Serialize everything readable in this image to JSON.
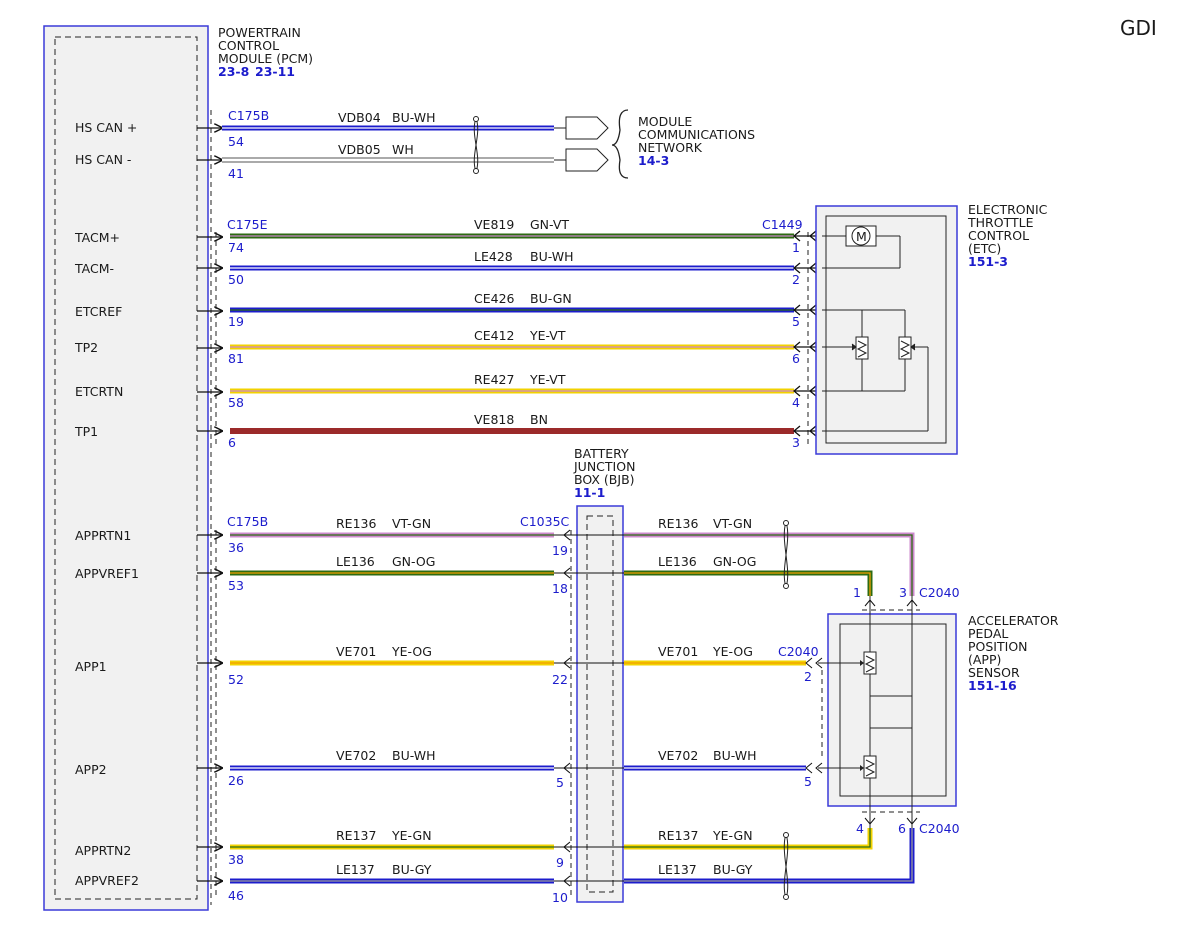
{
  "corner_label": "GDI",
  "colors": {
    "BU": "#1c1ccc",
    "WH": "#ffffff",
    "GN": "#2d6b12",
    "VT": "#cc88cc",
    "YE": "#f2d200",
    "OG": "#f2a000",
    "BN": "#9b2a2a",
    "GY": "#9a9a9a",
    "box_blue": "#3a3ad8",
    "box_fill": "#f1f1f1"
  },
  "pcm": {
    "title_lines": [
      "POWERTRAIN",
      "CONTROL",
      "MODULE (PCM)"
    ],
    "refs": [
      "23-8",
      "23-11"
    ],
    "signals": [
      {
        "id": "hscanp",
        "name": "HS CAN +"
      },
      {
        "id": "hscanm",
        "name": "HS CAN -"
      },
      {
        "id": "tacmp",
        "name": "TACM+"
      },
      {
        "id": "tacmm",
        "name": "TACM-"
      },
      {
        "id": "etcref",
        "name": "ETCREF"
      },
      {
        "id": "tp2",
        "name": "TP2"
      },
      {
        "id": "etcrtn",
        "name": "ETCRTN"
      },
      {
        "id": "tp1",
        "name": "TP1"
      },
      {
        "id": "apprtn1",
        "name": "APPRTN1"
      },
      {
        "id": "appvref1",
        "name": "APPVREF1"
      },
      {
        "id": "app1",
        "name": "APP1"
      },
      {
        "id": "app2",
        "name": "APP2"
      },
      {
        "id": "apprtn2",
        "name": "APPRTN2"
      },
      {
        "id": "appvref2",
        "name": "APPVREF2"
      }
    ]
  },
  "connectors": {
    "c175b_top": "C175B",
    "c175e": "C175E",
    "c1449": "C1449",
    "c175b_bottom": "C175B",
    "c1035c": "C1035C",
    "c2040_a": "C2040",
    "c2040_b": "C2040",
    "c2040_c": "C2040"
  },
  "network": {
    "title_lines": [
      "MODULE",
      "COMMUNICATIONS",
      "NETWORK"
    ],
    "ref": "14-3",
    "wires": [
      {
        "circuit": "VDB04",
        "color": "BU-WH",
        "pin": "54"
      },
      {
        "circuit": "VDB05",
        "color": "WH",
        "pin": "41"
      }
    ]
  },
  "etc": {
    "title_lines": [
      "ELECTRONIC",
      "THROTTLE",
      "CONTROL",
      "(ETC)"
    ],
    "ref": "151-3",
    "motor_label": "M",
    "wires": [
      {
        "circuit": "VE819",
        "color": "GN-VT",
        "pin_pcm": "74",
        "pin_etc": "1"
      },
      {
        "circuit": "LE428",
        "color": "BU-WH",
        "pin_pcm": "50",
        "pin_etc": "2"
      },
      {
        "circuit": "CE426",
        "color": "BU-GN",
        "pin_pcm": "19",
        "pin_etc": "5"
      },
      {
        "circuit": "CE412",
        "color": "YE-VT",
        "pin_pcm": "81",
        "pin_etc": "6"
      },
      {
        "circuit": "RE427",
        "color": "YE-VT",
        "pin_pcm": "58",
        "pin_etc": "4"
      },
      {
        "circuit": "VE818",
        "color": "BN",
        "pin_pcm": "6",
        "pin_etc": "3"
      }
    ]
  },
  "bjb": {
    "title_lines": [
      "BATTERY",
      "JUNCTION",
      "BOX (BJB)"
    ],
    "ref": "11-1"
  },
  "app": {
    "title_lines": [
      "ACCELERATOR",
      "PEDAL",
      "POSITION",
      "(APP)",
      "SENSOR"
    ],
    "ref": "151-16",
    "wires": [
      {
        "circuit": "RE136",
        "color": "VT-GN",
        "pin_pcm": "36",
        "pin_bjb": "19",
        "pin_app": "3"
      },
      {
        "circuit": "LE136",
        "color": "GN-OG",
        "pin_pcm": "53",
        "pin_bjb": "18",
        "pin_app": "1"
      },
      {
        "circuit": "VE701",
        "color": "YE-OG",
        "pin_pcm": "52",
        "pin_bjb": "22",
        "pin_app": "2"
      },
      {
        "circuit": "VE702",
        "color": "BU-WH",
        "pin_pcm": "26",
        "pin_bjb": "5",
        "pin_app": "5"
      },
      {
        "circuit": "RE137",
        "color": "YE-GN",
        "pin_pcm": "38",
        "pin_bjb": "9",
        "pin_app": "4"
      },
      {
        "circuit": "LE137",
        "color": "BU-GY",
        "pin_pcm": "46",
        "pin_bjb": "10",
        "pin_app": "6"
      }
    ]
  }
}
